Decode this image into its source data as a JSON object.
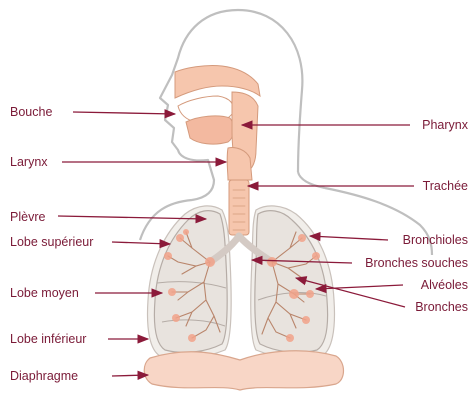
{
  "colors": {
    "label": "#7a1a37",
    "arrow": "#8b1a3a",
    "outline": "#bfbfbf",
    "airway_fill": "#f6c6ad",
    "airway_stroke": "#d49a7c",
    "lung_fill": "#e8e3de",
    "lung_stroke": "#b5aca6",
    "bronchiole": "#b9856b",
    "alveoli": "#f2a38a",
    "diaphragm_fill": "#f8d6c6",
    "diaphragm_stroke": "#d9a68d"
  },
  "labels": {
    "left": [
      {
        "id": "bouche",
        "text": "Bouche"
      },
      {
        "id": "larynx",
        "text": "Larynx"
      },
      {
        "id": "plevre",
        "text": "Plèvre"
      },
      {
        "id": "lobe-superieur",
        "text": "Lobe supérieur"
      },
      {
        "id": "lobe-moyen",
        "text": "Lobe moyen"
      },
      {
        "id": "lobe-inferieur",
        "text": "Lobe inférieur"
      },
      {
        "id": "diaphragme",
        "text": "Diaphragme"
      }
    ],
    "right": [
      {
        "id": "pharynx",
        "text": "Pharynx"
      },
      {
        "id": "trachee",
        "text": "Trachée"
      },
      {
        "id": "bronchioles",
        "text": "Bronchioles"
      },
      {
        "id": "bronches-souches",
        "text": "Bronches souches"
      },
      {
        "id": "alveoles",
        "text": "Alvéoles"
      },
      {
        "id": "bronches",
        "text": "Bronches"
      }
    ]
  }
}
